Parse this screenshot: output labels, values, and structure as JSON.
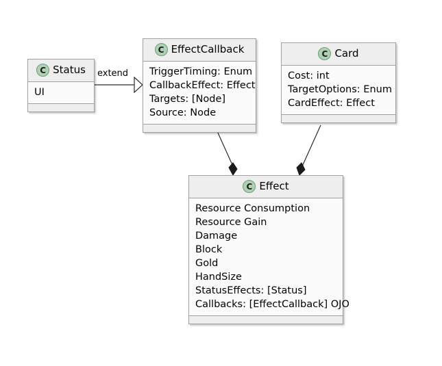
{
  "diagram": {
    "type": "uml-class-diagram",
    "background_color": "#FFFFFF",
    "class_badge_letter": "C",
    "class_badge_color": "#ADD1B2",
    "classes": [
      {
        "id": "status",
        "name": "Status",
        "attributes": [
          "UI"
        ]
      },
      {
        "id": "effectcallback",
        "name": "EffectCallback",
        "attributes": [
          "TriggerTiming: Enum",
          "CallbackEffect: Effect",
          "Targets: [Node]",
          "Source: Node"
        ]
      },
      {
        "id": "card",
        "name": "Card",
        "attributes": [
          "Cost: int",
          "TargetOptions: Enum",
          "CardEffect: Effect"
        ]
      },
      {
        "id": "effect",
        "name": "Effect",
        "attributes": [
          "Resource Consumption",
          "Resource Gain",
          "Damage",
          "Block",
          "Gold",
          "HandSize",
          "StatusEffects: [Status]",
          "Callbacks: [EffectCallback] OJO"
        ]
      }
    ],
    "relations": [
      {
        "id": "status-extends-effectcallback",
        "from": "status",
        "to": "effectcallback",
        "kind": "generalization",
        "arrowhead": "hollow-triangle",
        "label": "extend"
      },
      {
        "id": "effectcallback-composes-effect",
        "from": "effectcallback",
        "to": "effect",
        "kind": "composition",
        "arrowhead": "filled-diamond",
        "label": ""
      },
      {
        "id": "card-composes-effect",
        "from": "card",
        "to": "effect",
        "kind": "composition",
        "arrowhead": "filled-diamond",
        "label": ""
      }
    ]
  }
}
